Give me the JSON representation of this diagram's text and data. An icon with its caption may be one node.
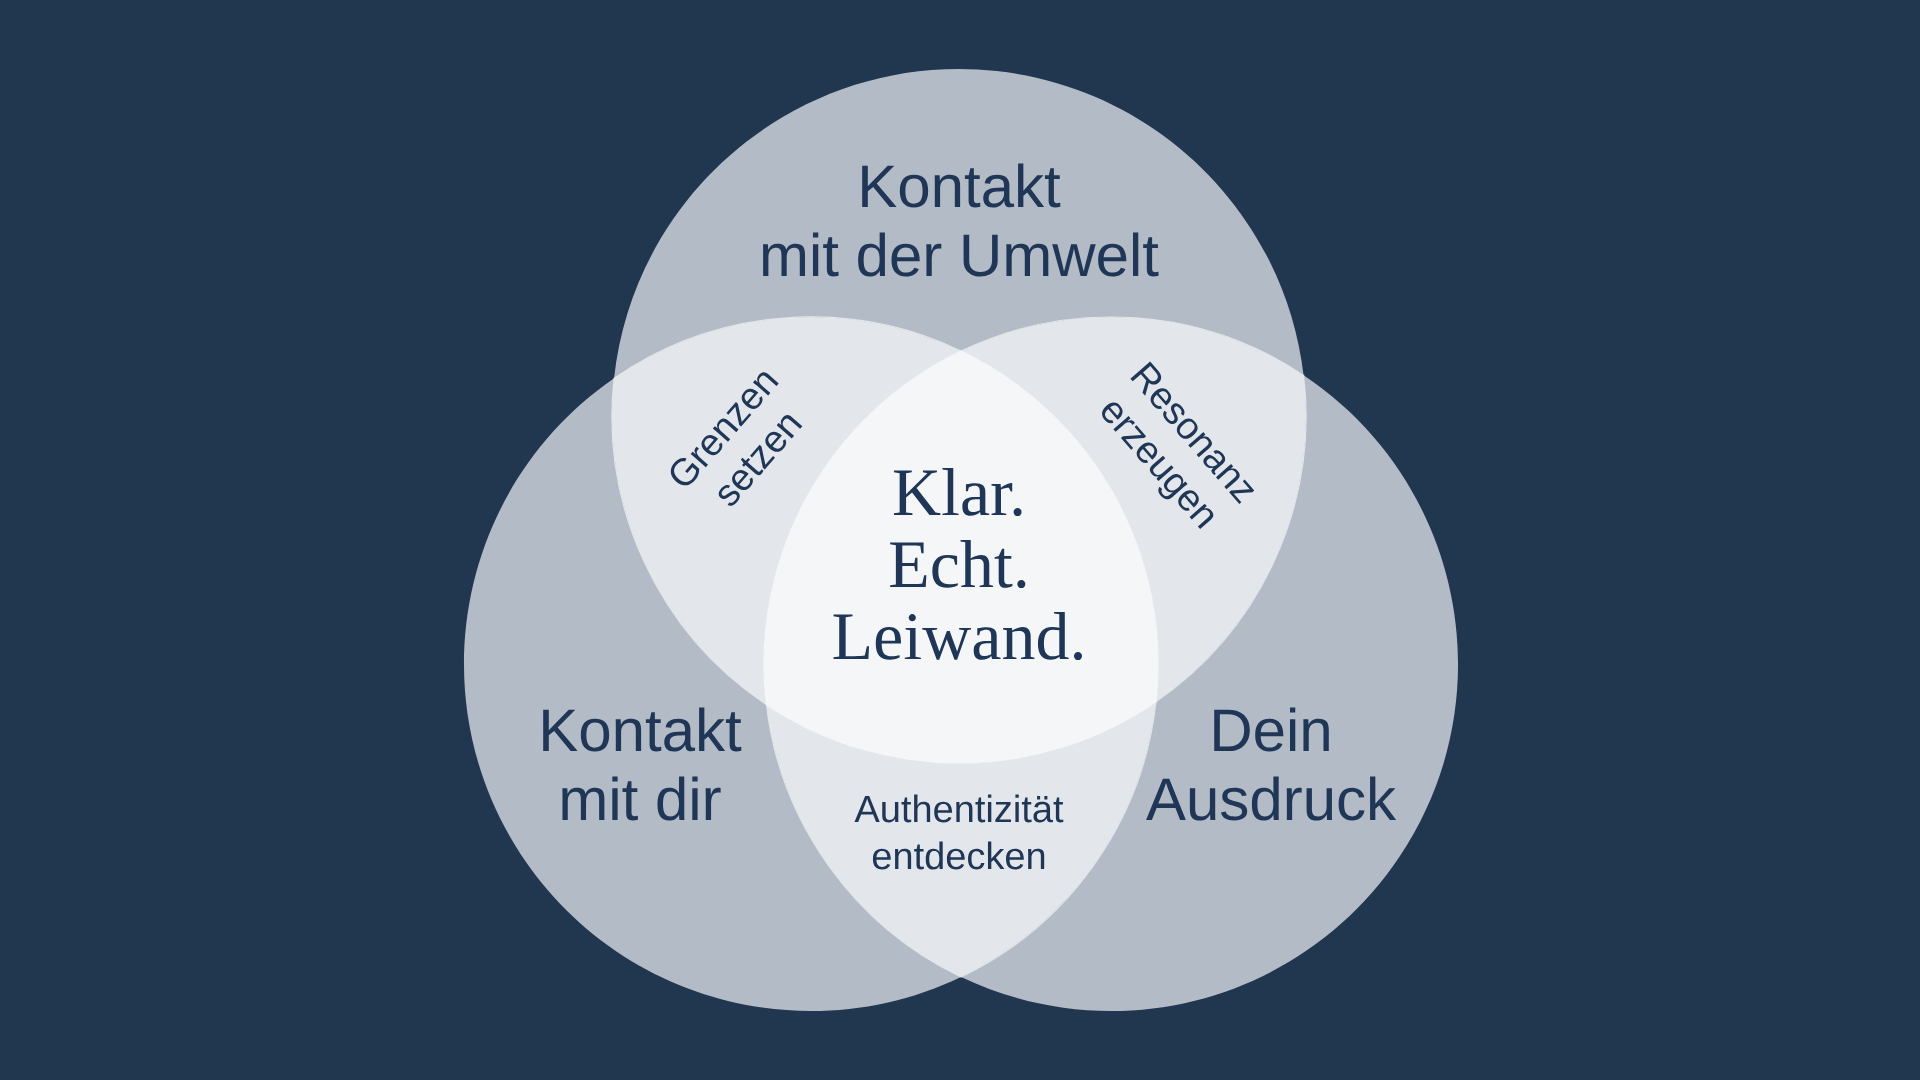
{
  "diagram": {
    "nodes": [
      {
        "text": [
          "Kontakt mit der Umwelt"
        ]
      },
      {
        "text": [
          "Kontakt mit dir"
        ]
      },
      {
        "text": [
          "Dein Ausdruck"
        ]
      }
    ],
    "labels": [
      "Grenzen setzen",
      "Resonanz erzeugen",
      "Klar. Echt. Leiwand.",
      "Authentizität entdecken"
    ]
  }
}
